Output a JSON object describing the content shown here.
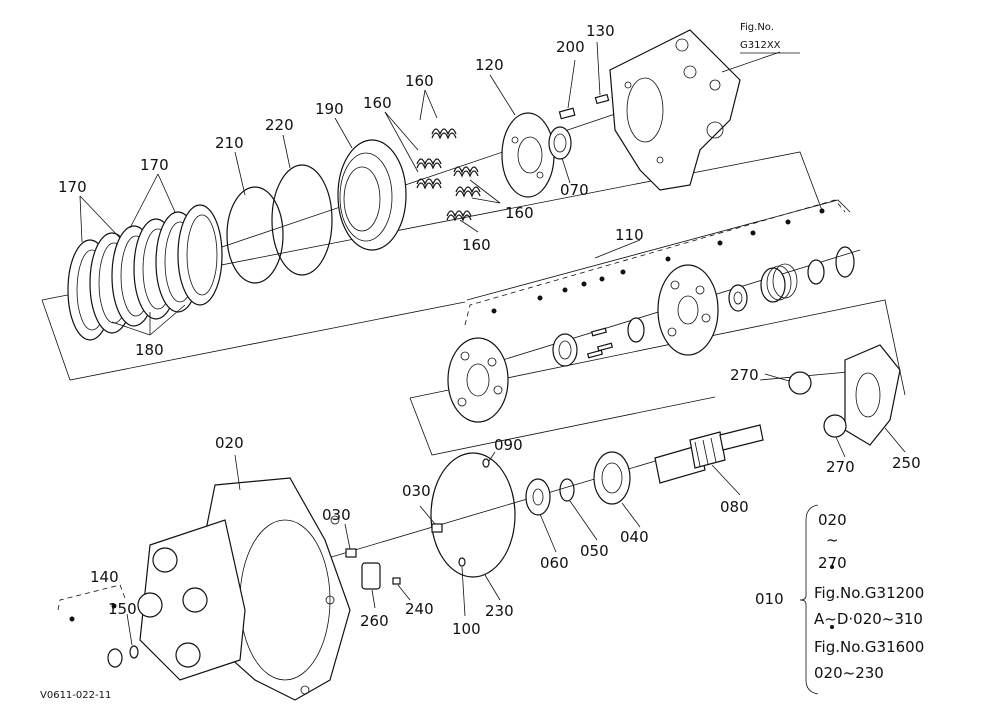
{
  "diagram": {
    "fig_ref_title": "Fig.No.",
    "fig_ref_code": "G312XX",
    "code": "V0611-022-11",
    "labels": {
      "l020": "020",
      "l030a": "030",
      "l030b": "030",
      "l040": "040",
      "l050": "050",
      "l060": "060",
      "l070": "070",
      "l080": "080",
      "l090": "090",
      "l100": "100",
      "l110": "110",
      "l120": "120",
      "l130": "130",
      "l140": "140",
      "l150": "150",
      "l160a": "160",
      "l160b": "160",
      "l160c": "160",
      "l160d": "160",
      "l170a": "170",
      "l170b": "170",
      "l180": "180",
      "l190": "190",
      "l200": "200",
      "l210": "210",
      "l220": "220",
      "l230": "230",
      "l240": "240",
      "l250": "250",
      "l260": "260",
      "l270a": "270",
      "l270b": "270",
      "l010": "010"
    },
    "note_lines": [
      "020",
      "~",
      "270",
      "Fig.No.G31200",
      "A~D·020~310",
      "Fig.No.G31600",
      "020~230"
    ]
  }
}
